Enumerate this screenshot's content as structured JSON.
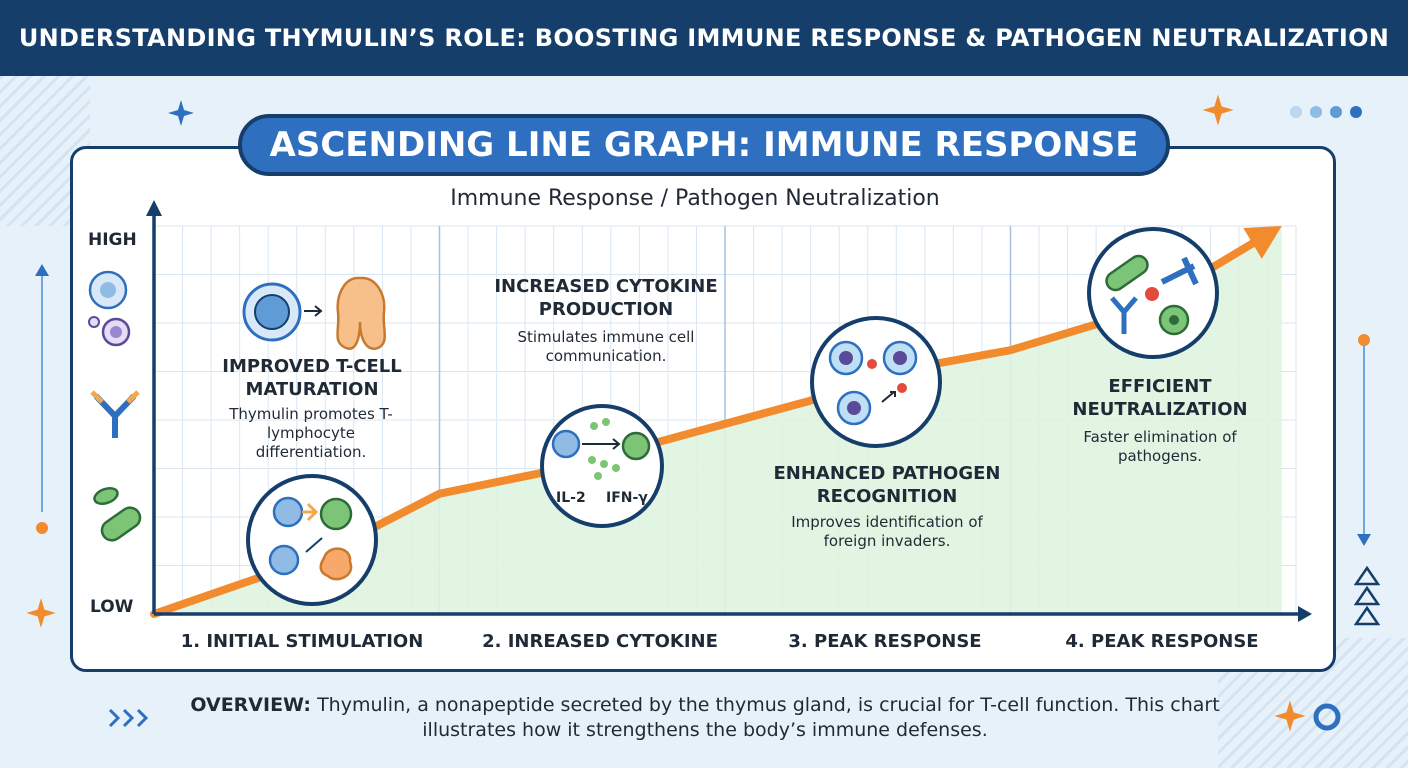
{
  "header": {
    "title": "UNDERSTANDING THYMULIN’S ROLE: BOOSTING IMMUNE RESPONSE & PATHOGEN NEUTRALIZATION"
  },
  "chart_data": {
    "type": "line",
    "title": "ASCENDING LINE GRAPH: IMMUNE RESPONSE",
    "subtitle": "Immune Response / Pathogen Neutralization",
    "y_axis": {
      "label_high": "HIGH",
      "label_low": "LOW",
      "ylim": [
        0,
        100
      ]
    },
    "categories": [
      "1. INITIAL STIMULATION",
      "2. INREASED CYTOKINE",
      "3. PEAK RESPONSE",
      "4. PEAK RESPONSE"
    ],
    "series": [
      {
        "x": [
          0,
          0.55,
          1.0,
          1.4,
          1.85,
          2.3,
          2.7,
          3.0,
          3.45,
          3.95
        ],
        "y": [
          0,
          14,
          31,
          37,
          46,
          55,
          64,
          68,
          78,
          100
        ]
      }
    ],
    "grid": true,
    "line_color": "#f28a2e",
    "fill_color": "#dff3df"
  },
  "stages": [
    {
      "heading": "IMPROVED T-CELL MATURATION",
      "description": "Thymulin promotes T-lymphocyte differentiation."
    },
    {
      "heading": "INCREASED CYTOKINE PRODUCTION",
      "description": "Stimulates immune cell communication.",
      "labels": [
        "IL-2",
        "IFN-γ"
      ]
    },
    {
      "heading": "ENHANCED PATHOGEN RECOGNITION",
      "description": "Improves identification of foreign invaders."
    },
    {
      "heading": "EFFICIENT NEUTRALIZATION",
      "description": "Faster elimination of pathogens."
    }
  ],
  "overview": {
    "label": "OVERVIEW:",
    "text": "Thymulin, a nonapeptide secreted by the thymus gland, is crucial for T-cell function. This chart illustrates how it strengthens the body’s immune defenses."
  },
  "colors": {
    "navy": "#163e6a",
    "blue": "#2f6fbf",
    "orange": "#f28a2e",
    "green_fill": "#dff3df"
  },
  "icons": [
    "t-cell-icon",
    "thymus-icon",
    "antibody-icon",
    "bacteria-icon",
    "cytokine-icon",
    "pathogen-recognition-icon",
    "neutralization-icon",
    "sparkle-icon"
  ]
}
